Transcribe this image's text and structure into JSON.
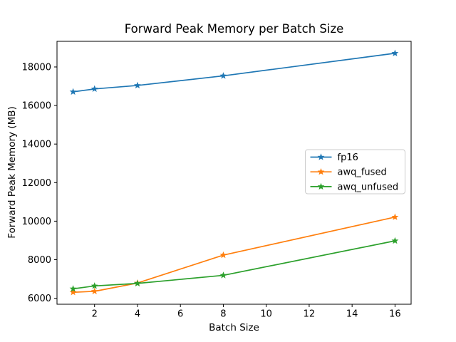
{
  "chart_data": {
    "type": "line",
    "title": "Forward Peak Memory per Batch Size",
    "xlabel": "Batch Size",
    "ylabel": "Forward Peak Memory (MB)",
    "x": [
      1,
      2,
      4,
      8,
      16
    ],
    "series": [
      {
        "name": "fp16",
        "color": "#1f77b4",
        "values": [
          16710,
          16860,
          17040,
          17540,
          18710
        ]
      },
      {
        "name": "awq_fused",
        "color": "#ff7f0e",
        "values": [
          6310,
          6360,
          6790,
          8240,
          10210
        ]
      },
      {
        "name": "awq_unfused",
        "color": "#2ca02c",
        "values": [
          6490,
          6640,
          6770,
          7190,
          8980
        ]
      }
    ],
    "marker": "star",
    "grid": false,
    "xlim": [
      0.25,
      16.75
    ],
    "ylim": [
      5690,
      19330
    ],
    "xticks": [
      2,
      4,
      6,
      8,
      10,
      12,
      14,
      16
    ],
    "xtick_labels": [
      "2",
      "4",
      "6",
      "8",
      "10",
      "12",
      "14",
      "16"
    ],
    "yticks": [
      6000,
      8000,
      10000,
      12000,
      14000,
      16000,
      18000
    ],
    "ytick_labels": [
      "6000",
      "8000",
      "10000",
      "12000",
      "14000",
      "16000",
      "18000"
    ],
    "legend": {
      "position": "center-right",
      "labels": [
        "fp16",
        "awq_fused",
        "awq_unfused"
      ],
      "border_color": "#cccccc",
      "background": "#ffffff"
    },
    "axis_color": "#000000"
  }
}
